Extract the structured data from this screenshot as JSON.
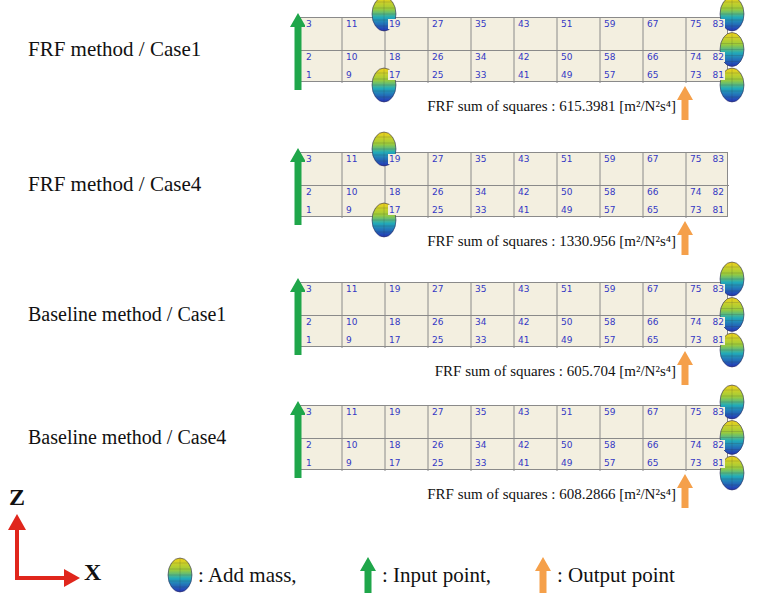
{
  "diagram": {
    "nodes": [
      {
        "text": [
          "3",
          "2",
          "1",
          "11",
          "10",
          "9",
          "19",
          "18",
          "17",
          "27",
          "26",
          "25",
          "35",
          "34",
          "33",
          "43",
          "42",
          "41",
          "51",
          "50",
          "49",
          "59",
          "58",
          "57",
          "67",
          "66",
          "65",
          "75",
          "74",
          "73",
          "83",
          "82",
          "81"
        ]
      },
      {
        "text": [
          "3",
          "2",
          "1",
          "11",
          "10",
          "9",
          "19",
          "18",
          "17",
          "27",
          "26",
          "25",
          "35",
          "34",
          "33",
          "43",
          "42",
          "41",
          "51",
          "50",
          "49",
          "59",
          "58",
          "57",
          "67",
          "66",
          "65",
          "75",
          "74",
          "73",
          "83",
          "82",
          "81"
        ]
      },
      {
        "text": [
          "3",
          "2",
          "1",
          "11",
          "10",
          "9",
          "19",
          "18",
          "17",
          "27",
          "26",
          "25",
          "35",
          "34",
          "33",
          "43",
          "42",
          "41",
          "51",
          "50",
          "49",
          "59",
          "58",
          "57",
          "67",
          "66",
          "65",
          "75",
          "74",
          "73",
          "83",
          "82",
          "81"
        ]
      },
      {
        "text": [
          "3",
          "2",
          "1",
          "11",
          "10",
          "9",
          "19",
          "18",
          "17",
          "27",
          "26",
          "25",
          "35",
          "34",
          "33",
          "43",
          "42",
          "41",
          "51",
          "50",
          "49",
          "59",
          "58",
          "57",
          "67",
          "66",
          "65",
          "75",
          "74",
          "73",
          "83",
          "82",
          "81"
        ]
      }
    ],
    "labels": [
      "FRF method / Case1",
      "FRF sum of squares : 615.3981 [m²/N²s⁴]",
      "FRF method / Case4",
      "FRF sum of squares : 1330.956 [m²/N²s⁴]",
      "Baseline method / Case1",
      "FRF sum of squares : 605.704 [m²/N²s⁴]",
      "Baseline method / Case4",
      "FRF sum of squares : 608.2866 [m²/N²s⁴]",
      "Z",
      "X"
    ],
    "legend": [
      {
        "text": ": Add mass,"
      },
      {
        "text": ": Input point,"
      },
      {
        "text": ": Output point"
      }
    ]
  }
}
